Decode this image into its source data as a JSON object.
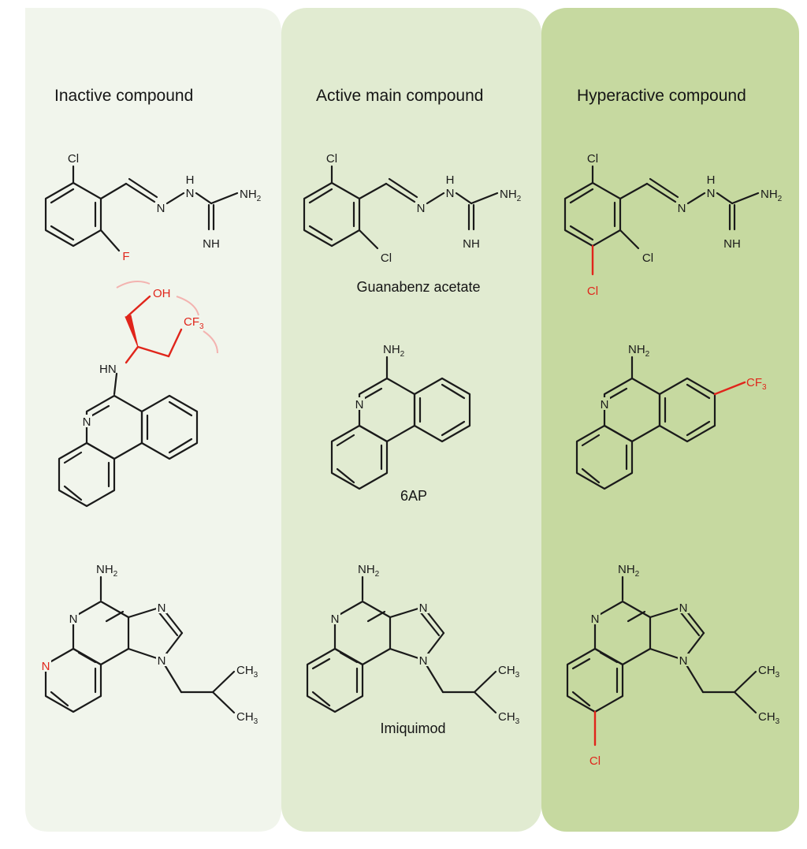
{
  "colors": {
    "panel_inactive": "#f1f5ec",
    "panel_active": "#e1ebd1",
    "panel_hyper": "#c6d9a0",
    "highlight": "#e0251b"
  },
  "panels": {
    "inactive": {
      "title": "Inactive compound"
    },
    "active": {
      "title": "Active main compound",
      "captions": [
        "Guanabenz acetate",
        "6AP",
        "Imiquimod"
      ]
    },
    "hyper": {
      "title": "Hyperactive compound"
    }
  },
  "atoms": {
    "cl": "Cl",
    "f": "F",
    "n": "N",
    "h": "H",
    "nh": "NH",
    "hn": "HN",
    "nh2": "NH",
    "nh2_sub": "2",
    "oh": "OH",
    "cf3": "CF",
    "cf3_sub": "3",
    "ch3": "CH",
    "ch3_sub": "3"
  }
}
